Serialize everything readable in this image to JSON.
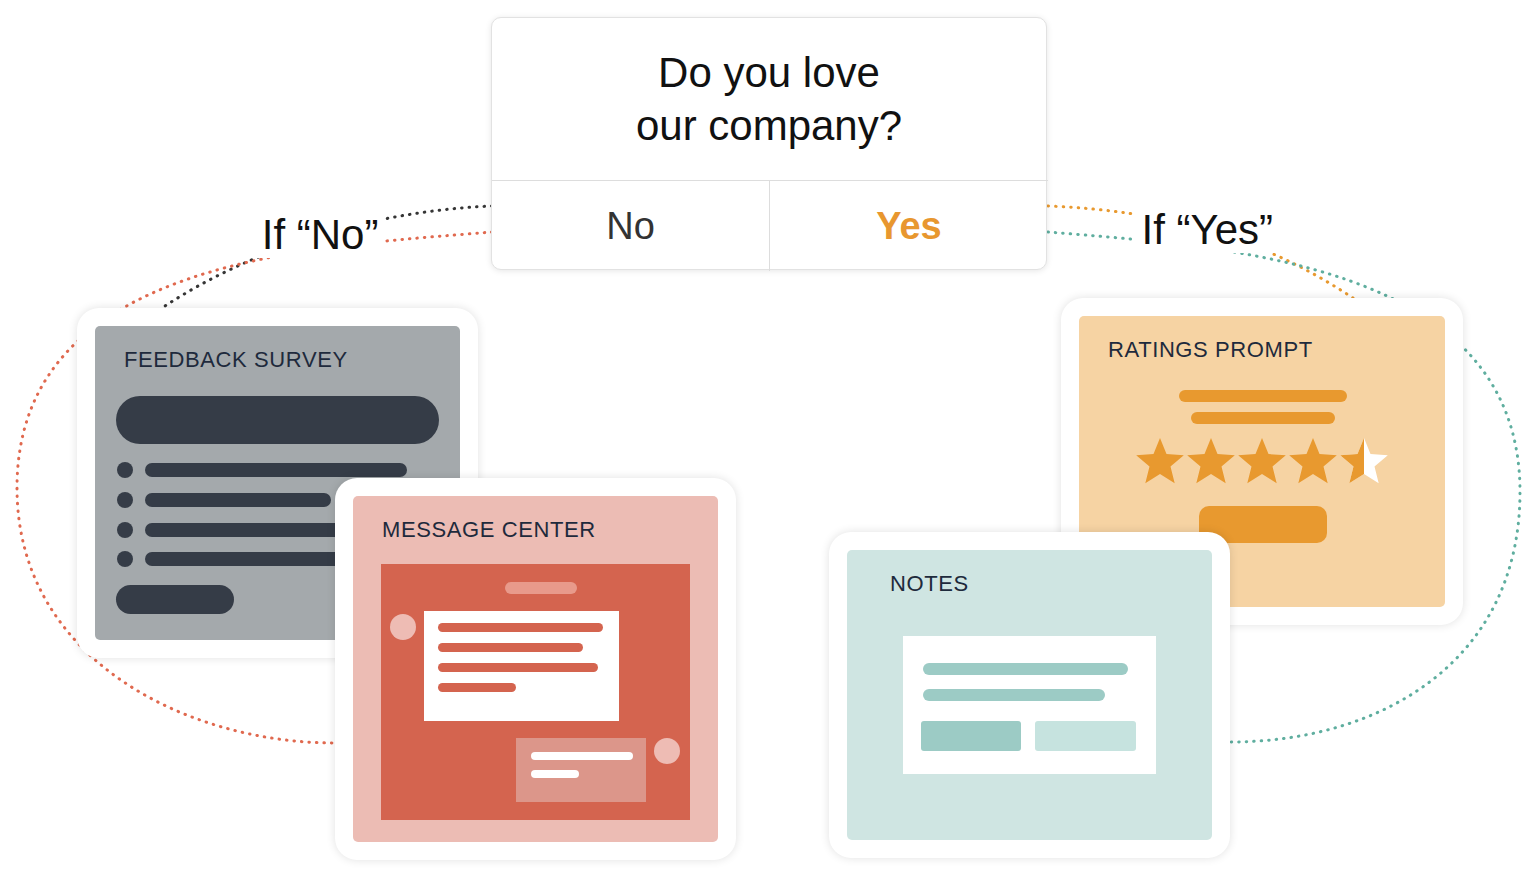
{
  "diagram": {
    "nodes": [
      {
        "text": [
          "Do you love our company?"
        ]
      },
      {
        "text": [
          "No"
        ],
        "in": 0
      },
      {
        "text": [
          "Yes"
        ],
        "in": 0
      },
      {
        "text": [
          "FEEDBACK SURVEY"
        ]
      },
      {
        "text": [
          "MESSAGE CENTER"
        ]
      },
      {
        "text": [
          "RATINGS PROMPT"
        ]
      },
      {
        "text": [
          "NOTES"
        ]
      }
    ],
    "edges": [
      {
        "from": 1,
        "to": 3,
        "label": "If “No”",
        "arrow": "none"
      },
      {
        "from": 1,
        "to": 4,
        "arrow": "none"
      },
      {
        "from": 2,
        "to": 5,
        "label": "If “Yes”",
        "arrow": "none"
      },
      {
        "from": 2,
        "to": 6,
        "arrow": "none"
      }
    ]
  }
}
